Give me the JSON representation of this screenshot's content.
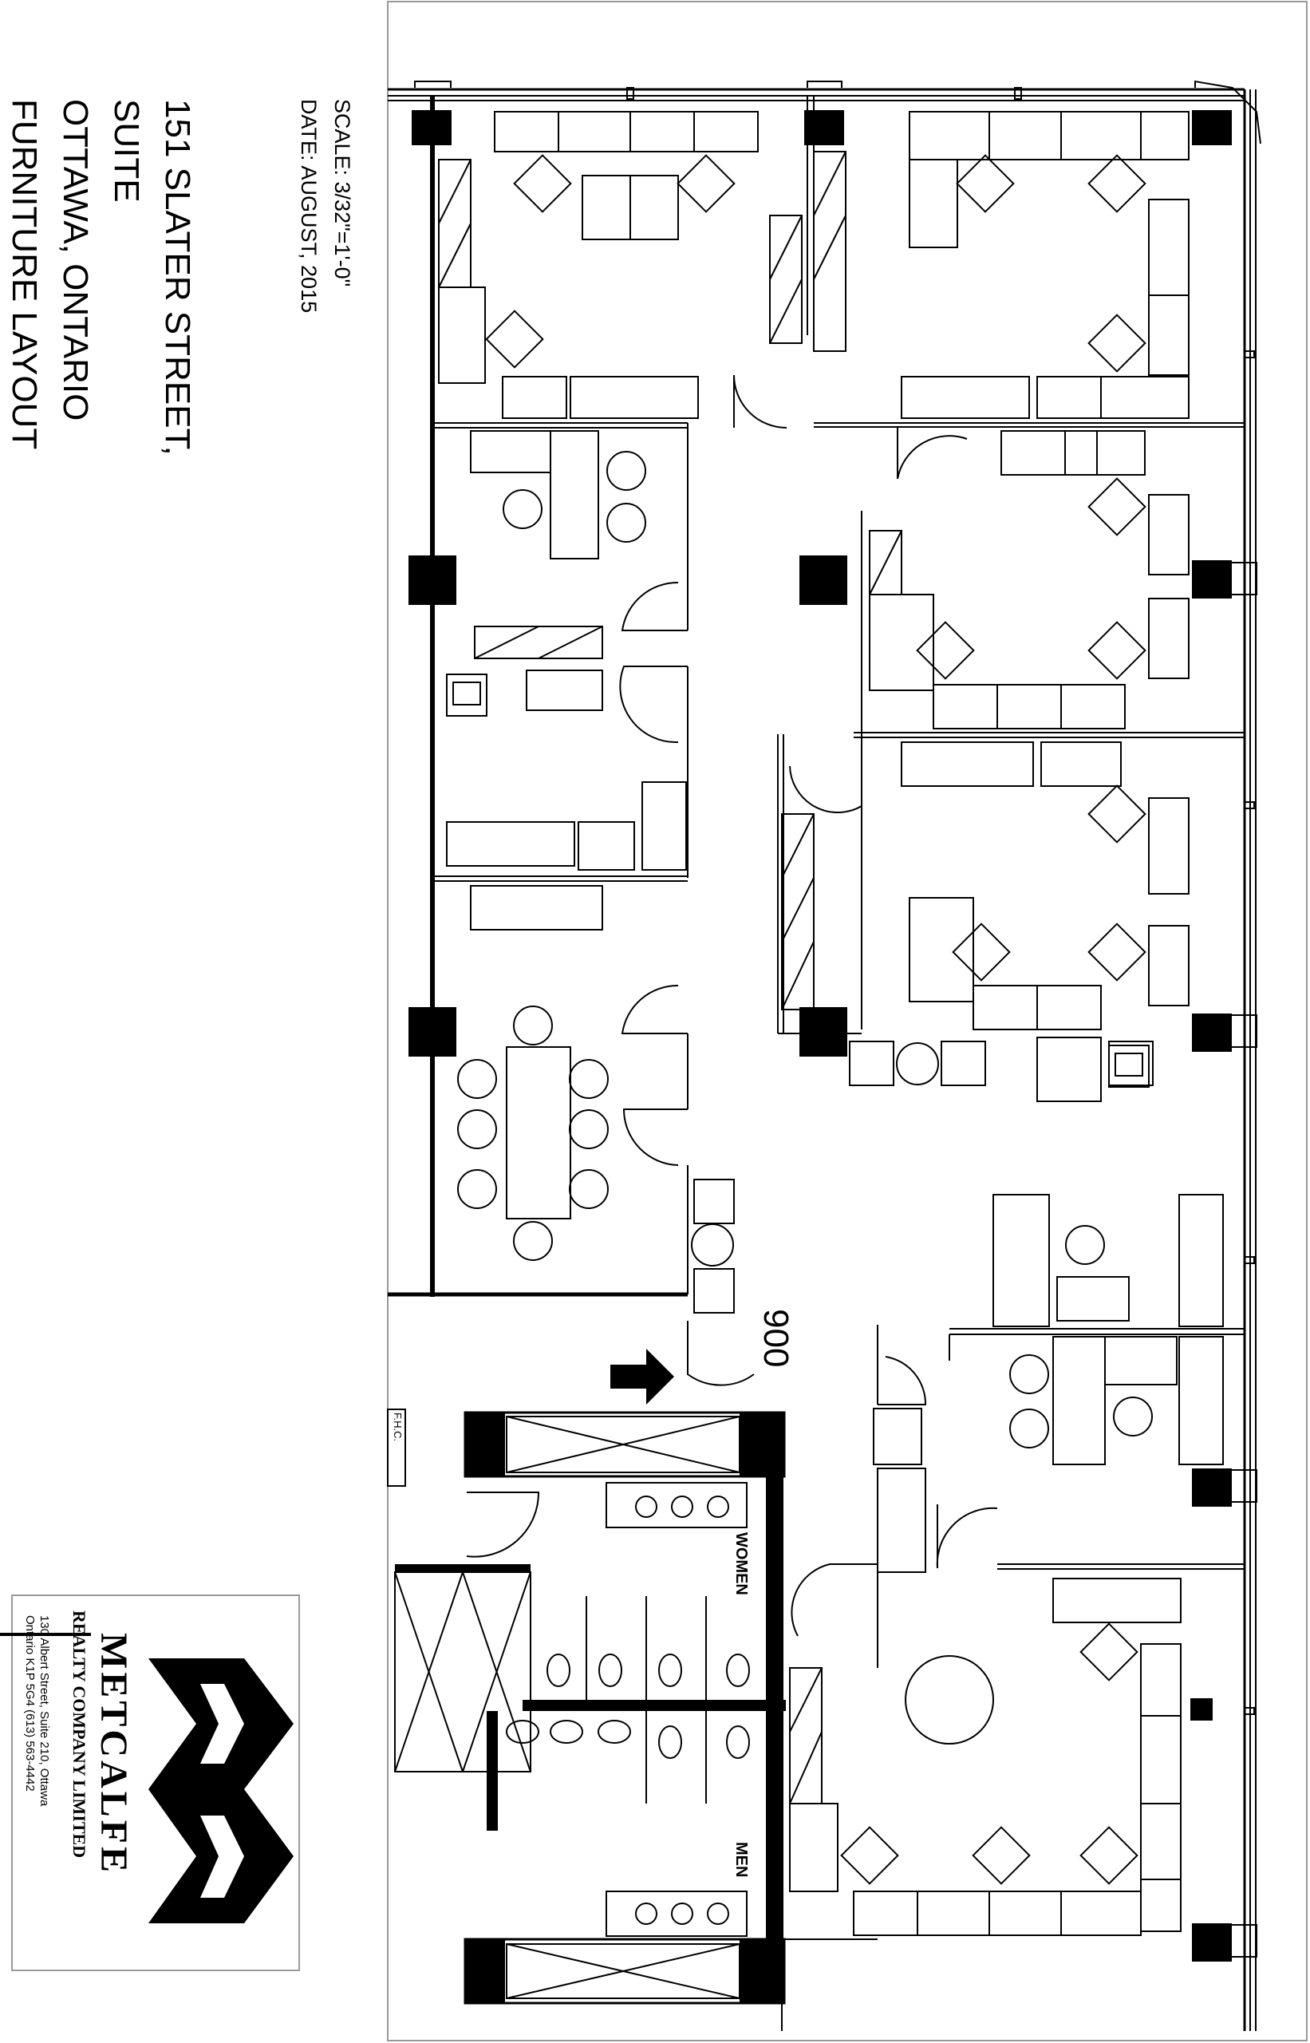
{
  "title_block": {
    "address_line1": "151 SLATER STREET,",
    "address_line2": "SUITE",
    "city_line": "OTTAWA, ONTARIO",
    "drawing_title": "FURNITURE LAYOUT",
    "scale": "SCALE: 3/32\"=1'-0\"",
    "date": "DATE:   AUGUST, 2015"
  },
  "labels": {
    "women": "WOMEN",
    "men": "MEN",
    "suite_number": "900",
    "fhc": "F.H.C."
  },
  "logo": {
    "name": "METCALFE",
    "company": "REALTY COMPANY LIMITED",
    "address1": "130 Albert Street, Suite 210, Ottawa",
    "address2": "Ontario K1P 5G4 (613) 563-4442",
    "colors": {
      "ink": "#000000",
      "frame": "#999999"
    }
  }
}
